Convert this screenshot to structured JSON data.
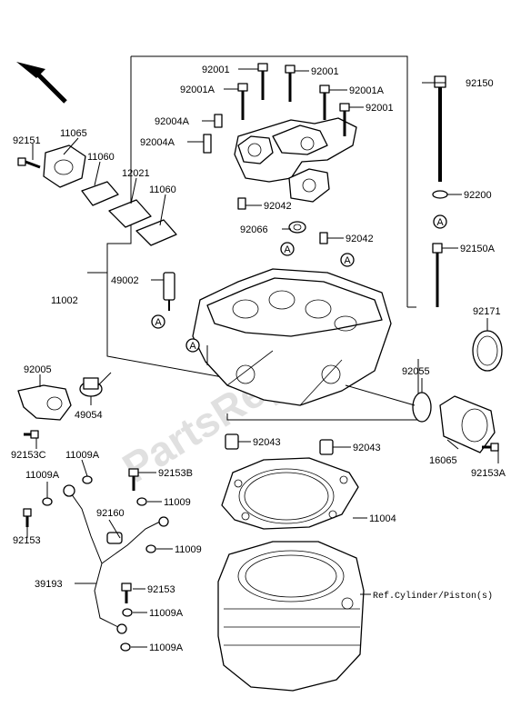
{
  "labels": {
    "p92001_a": "92001",
    "p92001_b": "92001",
    "p92001A_a": "92001A",
    "p92001A_b": "92001A",
    "p92001_c": "92001",
    "p92004A_a": "92004A",
    "p92004A_b": "92004A",
    "p92150": "92150",
    "p92151": "92151",
    "p11065": "11065",
    "p11060_a": "11060",
    "p12021": "12021",
    "p11060_b": "11060",
    "p92042_a": "92042",
    "p92066": "92066",
    "p92042_b": "92042",
    "p92200": "92200",
    "p92150A": "92150A",
    "p49002": "49002",
    "p11002": "11002",
    "p92171": "92171",
    "p92005": "92005",
    "p92055": "92055",
    "p49054": "49054",
    "p92043_a": "92043",
    "p92043_b": "92043",
    "p16065": "16065",
    "p92153C": "92153C",
    "p11009A_a": "11009A",
    "p92153A": "92153A",
    "p11009A_b": "11009A",
    "p92153B": "92153B",
    "p11009_a": "11009",
    "p92160": "92160",
    "p11004": "11004",
    "p92153_a": "92153",
    "p11009_b": "11009",
    "p39193": "39193",
    "p92153_b": "92153",
    "p11009A_c": "11009A",
    "p11009A_d": "11009A",
    "ref_cylinder": "Ref.Cylinder/Piston(s)",
    "callout": "A",
    "watermark": "PartsRepublik"
  }
}
